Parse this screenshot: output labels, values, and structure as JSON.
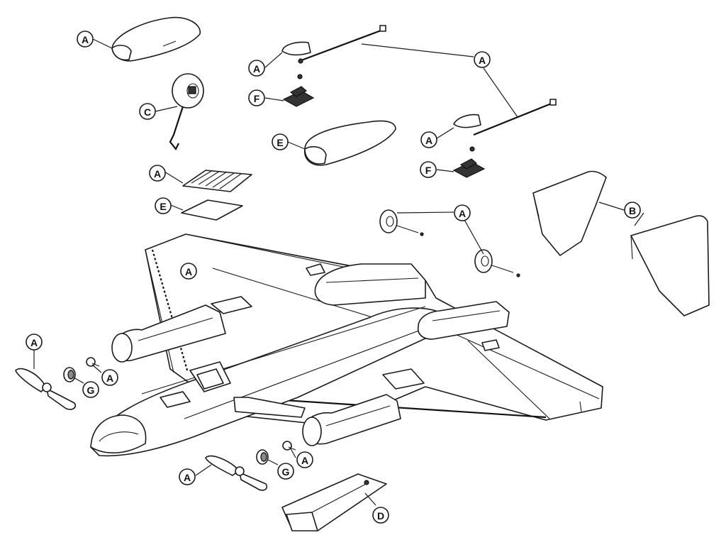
{
  "callouts": [
    {
      "id": "a1",
      "letter": "A"
    },
    {
      "id": "a2",
      "letter": "A"
    },
    {
      "id": "a3",
      "letter": "A"
    },
    {
      "id": "a4",
      "letter": "A"
    },
    {
      "id": "a5",
      "letter": "A"
    },
    {
      "id": "a6",
      "letter": "A"
    },
    {
      "id": "a7",
      "letter": "A"
    },
    {
      "id": "a8",
      "letter": "A"
    },
    {
      "id": "a9",
      "letter": "A"
    },
    {
      "id": "a10",
      "letter": "A"
    },
    {
      "id": "a11",
      "letter": "A"
    },
    {
      "id": "b1",
      "letter": "B"
    },
    {
      "id": "c1",
      "letter": "C"
    },
    {
      "id": "d1",
      "letter": "D"
    },
    {
      "id": "e1",
      "letter": "E"
    },
    {
      "id": "e2",
      "letter": "E"
    },
    {
      "id": "f1",
      "letter": "F"
    },
    {
      "id": "f2",
      "letter": "F"
    },
    {
      "id": "g1",
      "letter": "G"
    },
    {
      "id": "g2",
      "letter": "G"
    }
  ]
}
